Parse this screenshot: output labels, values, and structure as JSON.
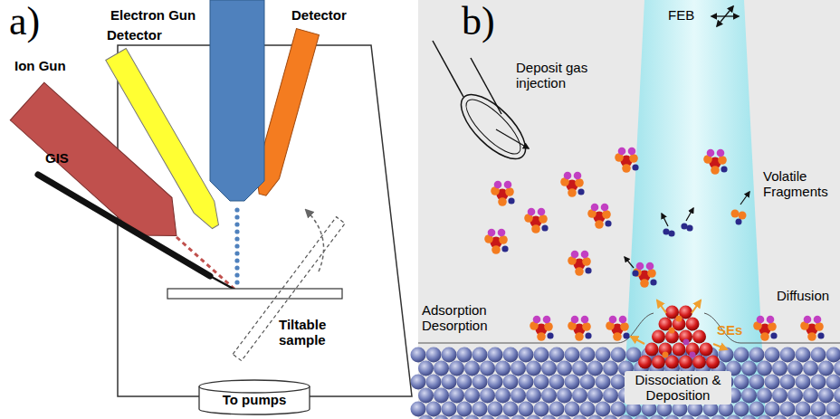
{
  "diagram": {
    "nodes": [
      {
        "text": [
          "To pumps"
        ]
      }
    ],
    "labels": [
      "a)",
      "Electron Gun",
      "Ion Gun",
      "Detector",
      "Detector",
      "GIS",
      "Tiltable sample",
      "b)",
      "FEB",
      "Deposit gas injection",
      "Volatile Fragments",
      "Adsorption Desorption",
      "Diffusion",
      "SEs",
      "Dissociation & Deposition"
    ]
  }
}
